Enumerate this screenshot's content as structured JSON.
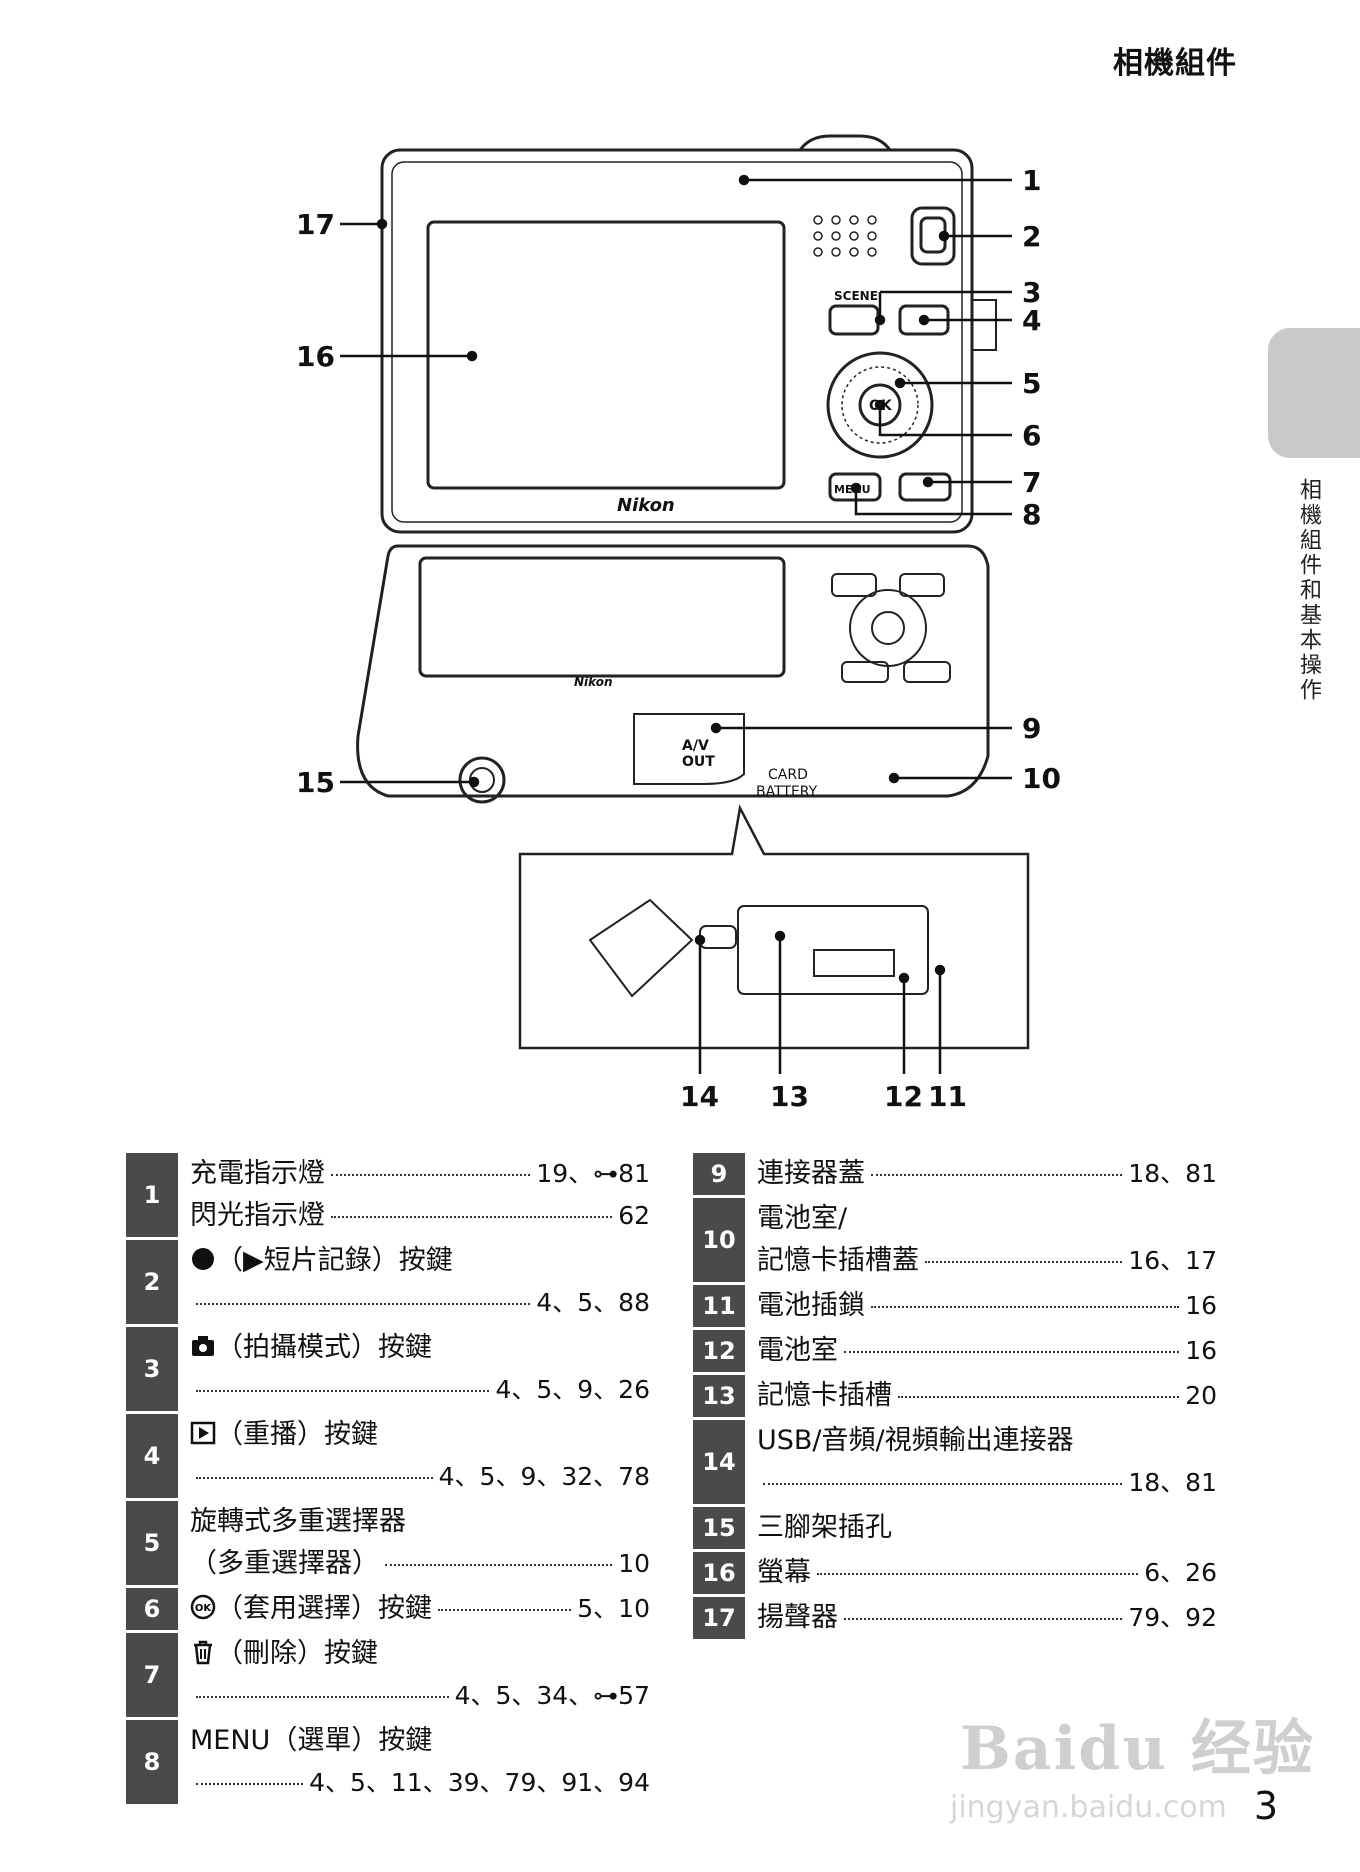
{
  "header": {
    "title": "相機組件"
  },
  "sidebar": {
    "label": "相機組件和基本操作"
  },
  "figure": {
    "callouts": [
      "1",
      "2",
      "3",
      "4",
      "5",
      "6",
      "7",
      "8",
      "9",
      "10",
      "11",
      "12",
      "13",
      "14",
      "15",
      "16",
      "17"
    ],
    "camera_labels": {
      "brand": "Nikon",
      "scene": "SCENE",
      "menu": "MENU",
      "ok": "OK",
      "av_top": "A/V",
      "av_bottom": "OUT",
      "card": "CARD",
      "battery": "BATTERY"
    }
  },
  "left_table": [
    {
      "num": "1",
      "lines": [
        {
          "text": "充電指示燈",
          "pages": "19、⊶81"
        },
        {
          "text": "閃光指示燈",
          "pages": "62"
        }
      ]
    },
    {
      "num": "2",
      "icon": "record-icon",
      "lines": [
        {
          "text": "（▶短片記錄）按鍵"
        },
        {
          "text": "",
          "pages": "4、5、88"
        }
      ]
    },
    {
      "num": "3",
      "icon": "camera-icon",
      "lines": [
        {
          "text": "（拍攝模式）按鍵"
        },
        {
          "text": "",
          "pages": "4、5、9、26"
        }
      ]
    },
    {
      "num": "4",
      "icon": "playback-icon",
      "lines": [
        {
          "text": "（重播）按鍵"
        },
        {
          "text": "",
          "pages": "4、5、9、32、78"
        }
      ]
    },
    {
      "num": "5",
      "lines": [
        {
          "text": "旋轉式多重選擇器"
        },
        {
          "text": "（多重選擇器）",
          "pages": "10"
        }
      ]
    },
    {
      "num": "6",
      "icon": "ok-icon",
      "lines": [
        {
          "text": "（套用選擇）按鍵",
          "pages": "5、10"
        }
      ]
    },
    {
      "num": "7",
      "icon": "trash-icon",
      "lines": [
        {
          "text": "（刪除）按鍵"
        },
        {
          "text": "",
          "pages": "4、5、34、⊶57"
        }
      ]
    },
    {
      "num": "8",
      "icon": "menu-icon",
      "lines": [
        {
          "text": "MENU（選單）按鍵"
        },
        {
          "text": "",
          "pages": "4、5、11、39、79、91、94"
        }
      ]
    }
  ],
  "right_table": [
    {
      "num": "9",
      "lines": [
        {
          "text": "連接器蓋",
          "pages": "18、81"
        }
      ]
    },
    {
      "num": "10",
      "lines": [
        {
          "text": "電池室/"
        },
        {
          "text": "記憶卡插槽蓋",
          "pages": "16、17"
        }
      ]
    },
    {
      "num": "11",
      "lines": [
        {
          "text": "電池插鎖",
          "pages": "16"
        }
      ]
    },
    {
      "num": "12",
      "lines": [
        {
          "text": "電池室",
          "pages": "16"
        }
      ]
    },
    {
      "num": "13",
      "lines": [
        {
          "text": "記憶卡插槽",
          "pages": "20"
        }
      ]
    },
    {
      "num": "14",
      "lines": [
        {
          "text": "USB/音頻/視頻輸出連接器"
        },
        {
          "text": "",
          "pages": "18、81"
        }
      ]
    },
    {
      "num": "15",
      "lines": [
        {
          "text": "三腳架插孔"
        }
      ]
    },
    {
      "num": "16",
      "lines": [
        {
          "text": "螢幕",
          "pages": "6、26"
        }
      ]
    },
    {
      "num": "17",
      "lines": [
        {
          "text": "揚聲器",
          "pages": "79、92"
        }
      ]
    }
  ],
  "watermark": {
    "brand": "Baidu 经验",
    "url": "jingyan.baidu.com"
  },
  "page_number": "3"
}
